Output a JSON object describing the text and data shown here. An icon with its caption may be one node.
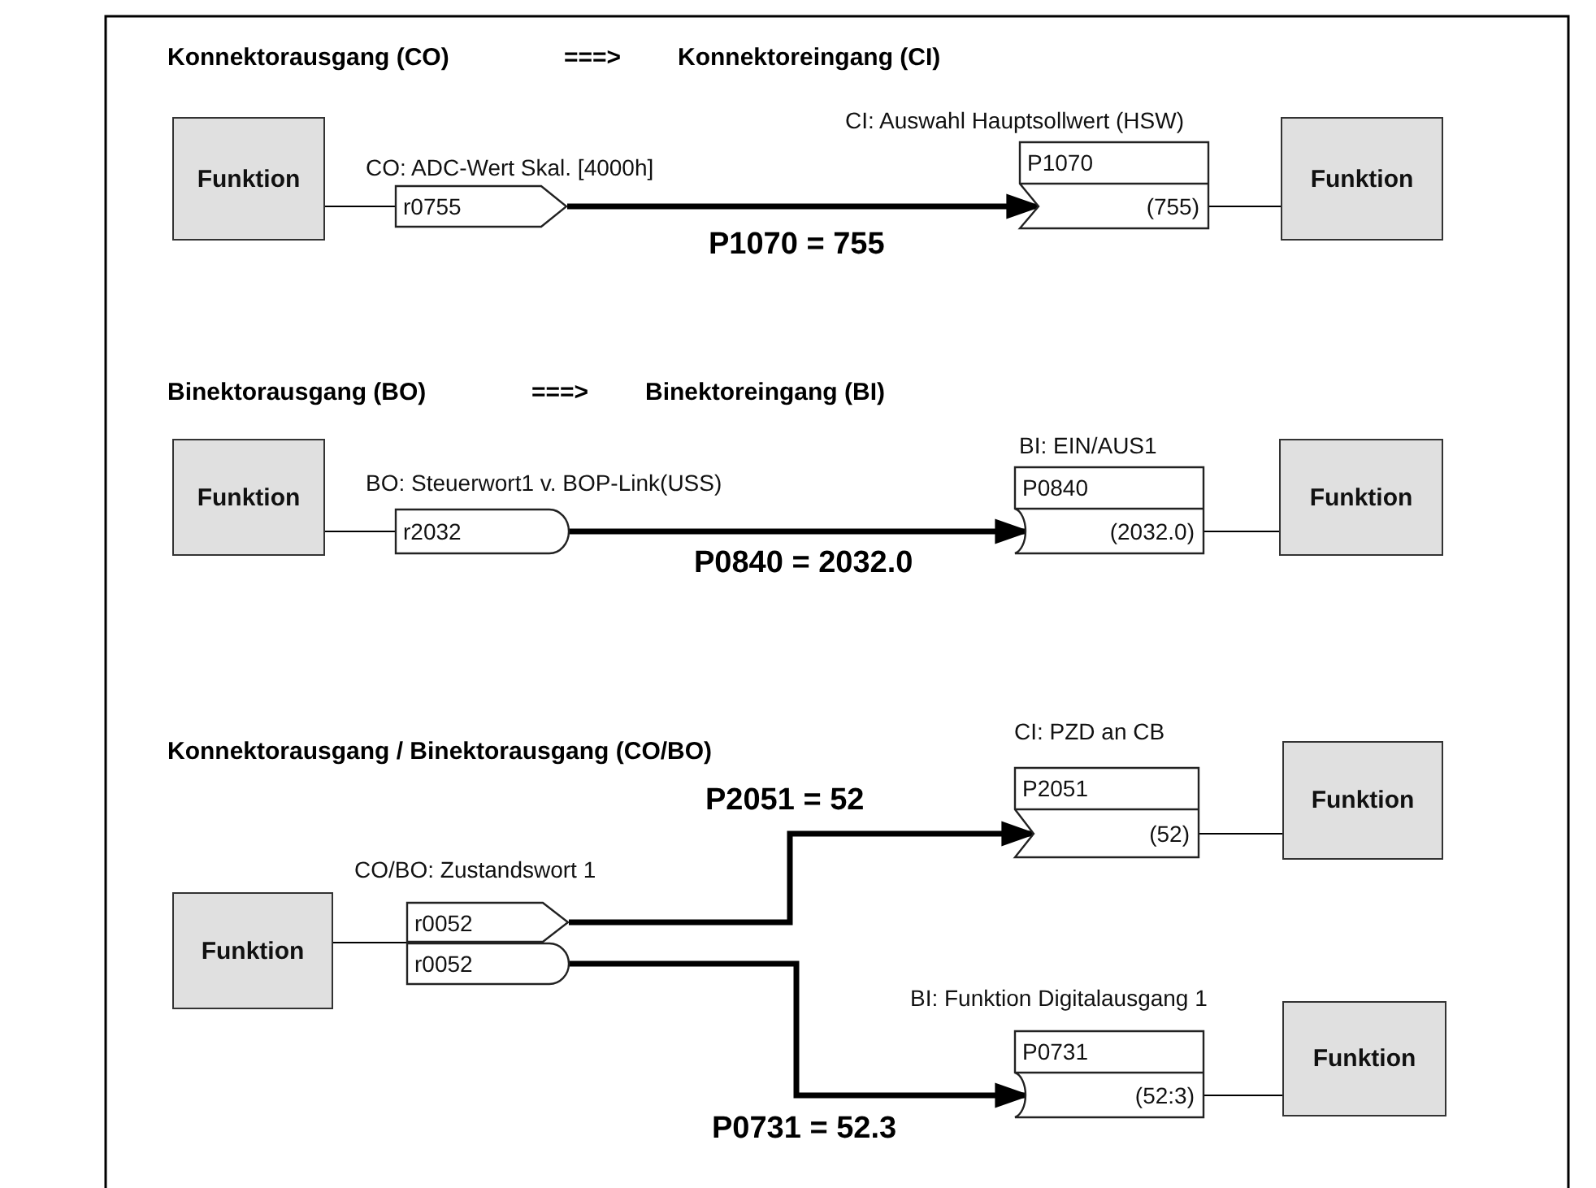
{
  "diagram": {
    "nodes": [
      {
        "text": [
          "Funktion"
        ]
      },
      {
        "text": [
          "r0755"
        ],
        "beside": [
          "CO: ADC-Wert Skal. [4000h]"
        ]
      },
      {
        "text": [
          "P1070",
          "(755)"
        ],
        "beside": [
          "CI: Auswahl Hauptsollwert (HSW)"
        ]
      },
      {
        "text": [
          "Funktion"
        ]
      },
      {
        "text": [
          "Funktion"
        ]
      },
      {
        "text": [
          "r2032"
        ],
        "beside": [
          "BO: Steuerwort1 v. BOP-Link(USS)"
        ]
      },
      {
        "text": [
          "P0840",
          "(2032.0)"
        ],
        "beside": [
          "BI: EIN/AUS1"
        ]
      },
      {
        "text": [
          "Funktion"
        ]
      },
      {
        "text": [
          "Funktion"
        ]
      },
      {
        "text": [
          "r0052"
        ],
        "beside": [
          "CO/BO: Zustandswort 1"
        ]
      },
      {
        "text": [
          "r0052"
        ]
      },
      {
        "text": [
          "P2051",
          "(52)"
        ],
        "beside": [
          "CI: PZD an CB"
        ]
      },
      {
        "text": [
          "Funktion"
        ]
      },
      {
        "text": [
          "P0731",
          "(52:3)"
        ],
        "beside": [
          "BI: Funktion Digitalausgang 1"
        ]
      },
      {
        "text": [
          "Funktion"
        ]
      }
    ],
    "edges": [
      {
        "from": 0,
        "to": 1,
        "arrow": "none"
      },
      {
        "from": 1,
        "to": 2,
        "arrow": "to",
        "label": "P1070 = 755",
        "style": "thick"
      },
      {
        "from": 2,
        "to": 3,
        "arrow": "none"
      },
      {
        "from": 4,
        "to": 5,
        "arrow": "none"
      },
      {
        "from": 5,
        "to": 6,
        "arrow": "to",
        "label": "P0840 = 2032.0",
        "style": "thick"
      },
      {
        "from": 6,
        "to": 7,
        "arrow": "none"
      },
      {
        "from": 8,
        "to": 9,
        "arrow": "none"
      },
      {
        "from": 8,
        "to": 10,
        "arrow": "none"
      },
      {
        "from": 9,
        "to": 11,
        "arrow": "to",
        "label": "P2051 = 52",
        "style": "thick"
      },
      {
        "from": 10,
        "to": 13,
        "arrow": "to",
        "label": "P0731 = 52.3",
        "style": "thick"
      },
      {
        "from": 11,
        "to": 12,
        "arrow": "none"
      },
      {
        "from": 13,
        "to": 14,
        "arrow": "none"
      }
    ],
    "labels": [
      "Konnektorausgang (CO)",
      "===>",
      "Konnektoreingang (CI)",
      "Binektorausgang (BO)",
      "===>",
      "Binektoreingang (BI)",
      "Konnektorausgang / Binektorausgang (CO/BO)"
    ]
  }
}
